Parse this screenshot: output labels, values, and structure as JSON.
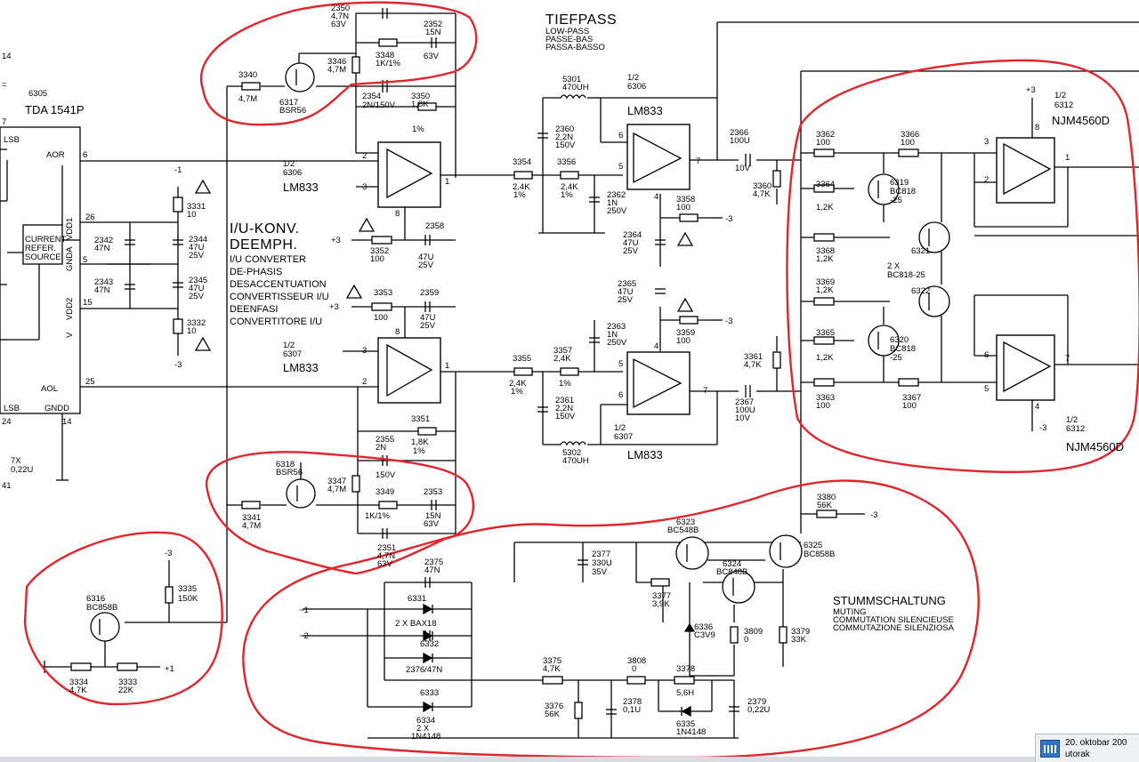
{
  "sections": {
    "lowpass": [
      "TIEFPASS",
      "LOW-PASS",
      "PASSE-BAS",
      "PASSA-BASSO"
    ],
    "iv": [
      "I/U-KONV.",
      "DEEMPH."
    ],
    "iv_sub": [
      "I/U CONVERTER",
      "DE-PHASIS",
      "DESACCENTUATION",
      "CONVERTISSEUR I/U",
      "DEENFASI",
      "CONVERTITORE I/U"
    ],
    "mute": [
      "STUMMSCHALTUNG"
    ],
    "mute_sub": [
      "MUTING",
      "COMMUTATION SILENCIEUSE",
      "COMMUTAZIONE SILENZIOSA"
    ]
  },
  "ics": {
    "dac": [
      "6305",
      "TDA 1541P"
    ],
    "dac_pins": [
      "LSB",
      "AOR",
      "6",
      "26",
      "5",
      "15",
      "AOL",
      "25",
      "LSB",
      "GNDD",
      "24",
      "14",
      "7"
    ],
    "dac_block": [
      "CURRENT",
      "REFER.",
      "SOURCE"
    ],
    "dac_vert": [
      "VDD1",
      "GNDA",
      "VDD2",
      "V"
    ],
    "ic6306": [
      "1/2",
      "6306",
      "LM833"
    ],
    "ic6307": [
      "1/2",
      "6307",
      "LM833"
    ],
    "ic6306b": [
      "1/2",
      "6306",
      "LM833"
    ],
    "ic6307b": [
      "1/2",
      "6307",
      "LM833"
    ],
    "ic6312": [
      "1/2",
      "6312",
      "NJM4560D"
    ],
    "ic6312b": [
      "1/2",
      "6312",
      "NJM4560D"
    ]
  },
  "parts": {
    "r3340": [
      "3340",
      "4,7M"
    ],
    "r3341": [
      "3341",
      "4,7M"
    ],
    "r3346": [
      "3346",
      "4,7M"
    ],
    "r3347": [
      "3347",
      "4,7M"
    ],
    "r3348": [
      "3348",
      "1K/1%"
    ],
    "r3349": [
      "3349",
      "1K/1%"
    ],
    "r3350": [
      "3350",
      "1,8K",
      "1%"
    ],
    "r3351": [
      "3351",
      "1,8K",
      "1%"
    ],
    "c2350": [
      "2350",
      "4,7N",
      "63V"
    ],
    "c2351": [
      "2351",
      "4,7N",
      "63V"
    ],
    "c2352": [
      "2352",
      "15N",
      "63V"
    ],
    "c2353": [
      "2353",
      "15N",
      "63V"
    ],
    "c2354": [
      "2354",
      "2N/150V"
    ],
    "c2355": [
      "2355",
      "2N",
      "150V"
    ],
    "q6317": [
      "6317",
      "BSR56"
    ],
    "q6318": [
      "6318",
      "BSR56"
    ],
    "r3352": [
      "3352",
      "100"
    ],
    "c2358": [
      "2358",
      "47U",
      "25V"
    ],
    "r3353": [
      "3353",
      "100"
    ],
    "c2359": [
      "2359",
      "47U",
      "25V"
    ],
    "r3331": [
      "3331",
      "10"
    ],
    "r3332": [
      "3332",
      "10"
    ],
    "c2342": [
      "2342",
      "47N"
    ],
    "c2343": [
      "2343",
      "47N"
    ],
    "c2344": [
      "2344",
      "47U",
      "25V"
    ],
    "c2345": [
      "2345",
      "47U",
      "25V"
    ],
    "l5301": [
      "5301",
      "470UH"
    ],
    "l5302": [
      "5302",
      "470UH"
    ],
    "c2360": [
      "2360",
      "2,2N",
      "150V"
    ],
    "c2361": [
      "2361",
      "2,2N",
      "150V"
    ],
    "r3354": [
      "3354",
      "2,4K",
      "1%"
    ],
    "r3355": [
      "3355",
      "2,4K",
      "1%"
    ],
    "r3356": [
      "3356",
      "2,4K",
      "1%"
    ],
    "r3357": [
      "3357",
      "2,4K",
      "1%"
    ],
    "c2362": [
      "2362",
      "1N",
      "250V"
    ],
    "c2363": [
      "2363",
      "1N",
      "250V"
    ],
    "r3358": [
      "3358",
      "100"
    ],
    "r3359": [
      "3359",
      "100"
    ],
    "c2364": [
      "2364",
      "47U",
      "25V"
    ],
    "c2365": [
      "2365",
      "47U",
      "25V"
    ],
    "c2366": [
      "2366",
      "100U",
      "10V"
    ],
    "c2367": [
      "2367",
      "100U",
      "10V"
    ],
    "r3360": [
      "3360",
      "4,7K"
    ],
    "r3361": [
      "3361",
      "4,7K"
    ],
    "r3362": [
      "3362",
      "100"
    ],
    "r3363": [
      "3363",
      "100"
    ],
    "r3364": [
      "3364",
      "1,2K"
    ],
    "r3365": [
      "3365",
      "1,2K"
    ],
    "r3366": [
      "3366",
      "100"
    ],
    "r3367": [
      "3367",
      "100"
    ],
    "r3368": [
      "3368",
      "1,2K"
    ],
    "r3369": [
      "3369",
      "1,2K"
    ],
    "q6319": [
      "6319",
      "BC818",
      "-25"
    ],
    "q6320": [
      "6320",
      "BC818",
      "-25"
    ],
    "q6321": [
      "6321"
    ],
    "q6322": [
      "6322"
    ],
    "q_note": [
      "2 X",
      "BC818-25"
    ],
    "r3380": [
      "3380",
      "56K"
    ],
    "q6323": [
      "6323",
      "BC548B"
    ],
    "q6324": [
      "6324",
      "BC848B"
    ],
    "q6325": [
      "6325",
      "BC858B"
    ],
    "c2377": [
      "2377",
      "330U",
      "35V"
    ],
    "c2375": [
      "2375",
      "47N"
    ],
    "c2376": [
      "2376/47N"
    ],
    "d6331": [
      "6331"
    ],
    "d6332": [
      "6332"
    ],
    "d6333": [
      "6333"
    ],
    "d_note": [
      "2 X BAX18"
    ],
    "d6334": [
      "6334",
      "2 X",
      "1N4148"
    ],
    "r3377": [
      "3377",
      "3,9K"
    ],
    "d6336": [
      "6336",
      "C3V9"
    ],
    "r3809": [
      "3809",
      "0"
    ],
    "r3379": [
      "3379",
      "33K"
    ],
    "r3375": [
      "3375",
      "4,7K"
    ],
    "r3808": [
      "3808",
      "0"
    ],
    "r3376": [
      "3376",
      "56K"
    ],
    "c2378": [
      "2378",
      "0,1U"
    ],
    "l3378": [
      "3378",
      "5,6H"
    ],
    "d6335": [
      "6335",
      "1N4148"
    ],
    "c2379": [
      "2379",
      "0,22U"
    ],
    "q6316": [
      "6316",
      "BC858B"
    ],
    "r3335": [
      "3335",
      "150K"
    ],
    "r3334": [
      "3334",
      "4,7K"
    ],
    "r3333": [
      "3333",
      "22K"
    ],
    "edge": [
      "=",
      "7X",
      "0,22U",
      "41",
      "14"
    ]
  },
  "supplies": {
    "plus3": "+3",
    "minus3": "-3",
    "minus1": "-1",
    "plus1": "+1",
    "pin8": "8",
    "pin4": "4",
    "sig1": "~1",
    "sig2": "~2"
  },
  "pins": [
    "1",
    "2",
    "3",
    "5",
    "6",
    "7",
    "8",
    "4"
  ],
  "taskbar": {
    "date": "20. oktobar 200",
    "day": "utorak"
  }
}
